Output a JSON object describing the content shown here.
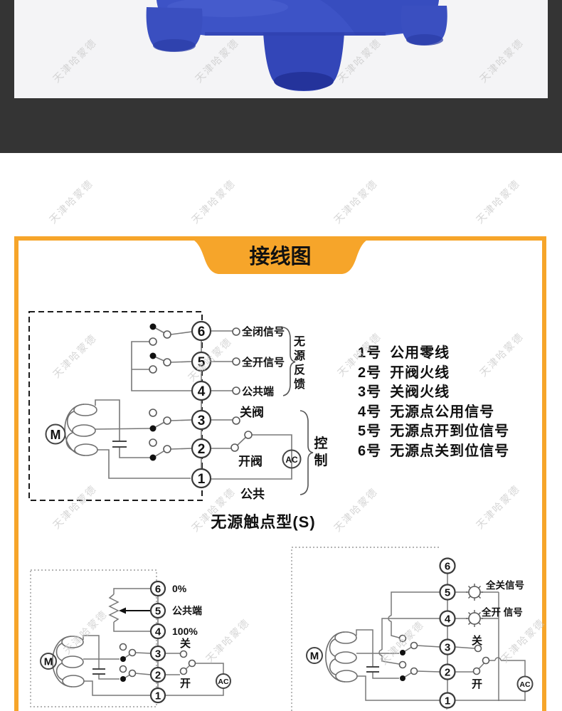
{
  "watermark": {
    "text": "天津哈蒙德"
  },
  "banner": {
    "title": "接线图"
  },
  "diagram1": {
    "caption": "无源触点型(S)",
    "motor": "M",
    "ac": "AC",
    "terminals": [
      "6",
      "5",
      "4",
      "3",
      "2",
      "1"
    ],
    "t6": "全闭信号",
    "t5": "全开信号",
    "t4": "公共端",
    "t3": "关阀",
    "t2": "开阀",
    "t1": "公共",
    "feedback_chars": [
      "无",
      "源",
      "反",
      "馈"
    ],
    "control_chars": [
      "控",
      "制"
    ]
  },
  "terminal_list": {
    "items": [
      {
        "no": "1号",
        "label": "公用零线"
      },
      {
        "no": "2号",
        "label": "开阀火线"
      },
      {
        "no": "3号",
        "label": "关阀火线"
      },
      {
        "no": "4号",
        "label": "无源点公用信号"
      },
      {
        "no": "5号",
        "label": "无源点开到位信号"
      },
      {
        "no": "6号",
        "label": "无源点关到位信号"
      }
    ]
  },
  "diagram2": {
    "motor": "M",
    "ac": "AC",
    "terminals": [
      "6",
      "5",
      "4",
      "3",
      "2",
      "1"
    ],
    "t6": "0%",
    "t5": "公共端",
    "t4": "100%",
    "t3": "关",
    "t2": "开"
  },
  "diagram3": {
    "motor": "M",
    "ac": "AC",
    "terminals": [
      "6",
      "5",
      "4",
      "3",
      "2",
      "1"
    ],
    "lamp_close": "全关信号",
    "lamp_open": "全开 信号",
    "t3": "关",
    "t2": "开"
  }
}
